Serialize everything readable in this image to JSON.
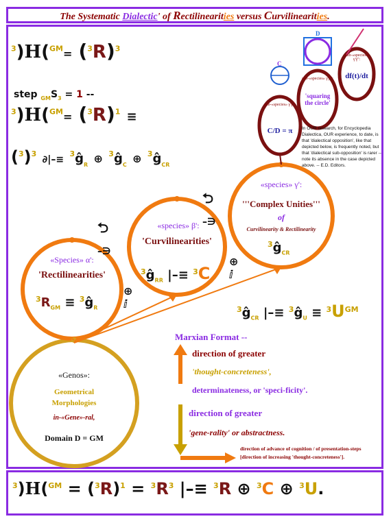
{
  "title": {
    "parts": [
      "The Systematic ",
      "Dialectic",
      "' of ",
      "R",
      "ectilinearit",
      "ies",
      " versus ",
      "C",
      "urvilinearit",
      "ies",
      "."
    ]
  },
  "step_label": "step",
  "step_value": "1",
  "step_dash": "--",
  "genos": {
    "header": "«Genos»:",
    "line1": "Geometrical",
    "line2": "Morphologies",
    "line3": "in-«Gene»-ral,",
    "domain": "Domain D = GM"
  },
  "species_alpha": {
    "header": "«Species» α':",
    "name": "'Rectilinearities'"
  },
  "species_beta": {
    "header": "«species» β':",
    "name": "'Curvilinearities'"
  },
  "species_gamma": {
    "header": "«species» γ':",
    "name": "'''Complex Unities'''",
    "of": "of",
    "sub": "Curvilinearity & Rectilinearity"
  },
  "small_circles": {
    "c1": {
      "label": "sub-«species» γ'γ'':",
      "value": "C/D = π"
    },
    "c2": {
      "label": "sub-«species» γ'β'':",
      "value": "'squaring the circle'"
    },
    "c3": {
      "label": "sub-«species» γ'γ'':",
      "value": "df(t)/dt"
    }
  },
  "icons_text": {
    "c_label": "C",
    "d_label": "D"
  },
  "note": "In OUR research, for Encyclopedia Dialectica, OUR experience, to date, is that 'dialectical opposition', like that depicted below, is frequently noted, but that 'dialectical sub-opposition' is rarer -- note its absence in the case depicted above. -- E.D. Editors.",
  "marxian": {
    "header": "Marxian Format --",
    "up1": "direction of greater",
    "up2": "'thought-concreteness',",
    "up3": "determinateness, or 'speci-ficity'.",
    "down1": "direction of greater",
    "down2": "'gene-rality' or abstractness.",
    "arrow1": "direction of advance of cognition / of presentation-steps",
    "arrow2": "[direction of increasing 'thought-concreteness']."
  },
  "colors": {
    "purple": "#8a2be2",
    "orange": "#f07a10",
    "gold": "#d4a020",
    "maroon": "#7a1010",
    "darkred": "#8b0000"
  },
  "icon_names": [
    "arrow-up-icon",
    "arrow-down-icon",
    "arrow-right-icon",
    "hook-arrow-icon",
    "blue-circle-icon",
    "square-circle-icon"
  ]
}
